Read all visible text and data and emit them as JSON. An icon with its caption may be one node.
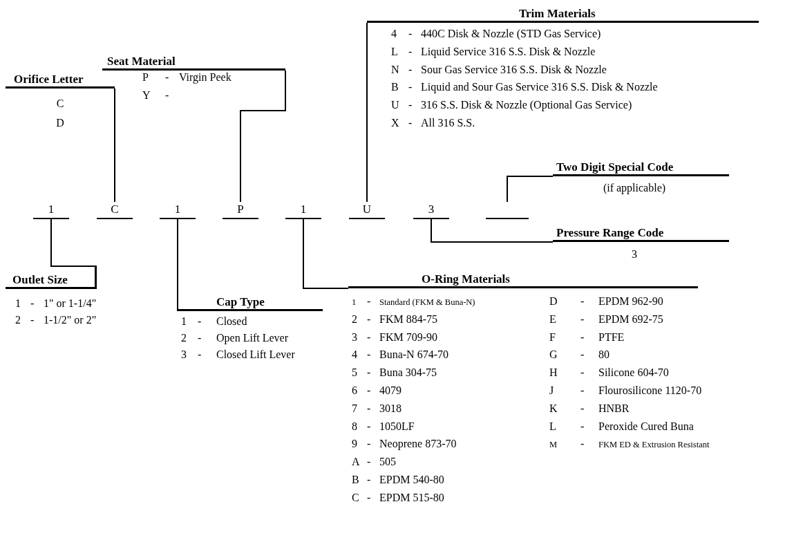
{
  "diagram": {
    "nodes": [
      {
        "text": [
          "Trim Materials"
        ],
        "beside": [
          "4 - 440C Disk & Nozzle (STD Gas Service)",
          "L - Liquid Service 316 S.S. Disk & Nozzle",
          "N - Sour Gas Service 316 S.S. Disk & Nozzle",
          "B - Liquid and Sour Gas Service 316 S.S. Disk & Nozzle",
          "U - 316 S.S. Disk & Nozzle (Optional Gas Service)",
          "X - All 316 S.S."
        ]
      },
      {
        "text": [
          "Seat Material"
        ],
        "beside": [
          "P - Virgin Peek",
          "Y -"
        ]
      },
      {
        "text": [
          "Orifice Letter"
        ],
        "beside": [
          "C",
          "D"
        ]
      },
      {
        "text": [
          "Two Digit Special Code"
        ],
        "beside": [
          "(if applicable)"
        ]
      },
      {
        "text": [
          "1"
        ]
      },
      {
        "text": [
          "C"
        ]
      },
      {
        "text": [
          "1"
        ]
      },
      {
        "text": [
          "P"
        ]
      },
      {
        "text": [
          "1"
        ]
      },
      {
        "text": [
          "U"
        ]
      },
      {
        "text": [
          "3"
        ]
      },
      {
        "text": [],
        "shape": "bar"
      },
      {
        "text": [
          "Pressure Range Code"
        ],
        "beside": [
          "3"
        ]
      },
      {
        "text": [
          "O-Ring Materials"
        ],
        "beside": [
          "1 - Standard (FKM & Buna-N)",
          "2 - FKM 884-75",
          "3 - FKM 709-90",
          "4 - Buna-N 674-70",
          "5 - Buna 304-75",
          "6 - 4079",
          "7 - 3018",
          "8 - 1050LF",
          "9 - Neoprene 873-70",
          "A - 505",
          "B - EPDM 540-80",
          "C - EPDM 515-80",
          "D - EPDM 962-90",
          "E - EPDM 692-75",
          "F - PTFE",
          "G - 80",
          "H - Silicone 604-70",
          "J - Flourosilicone 1120-70",
          "K - HNBR",
          "L - Peroxide Cured Buna",
          "M - FKM ED & Extrusion Resistant"
        ]
      },
      {
        "text": [
          "Outlet Size"
        ],
        "beside": [
          "1 - 1\" or 1-1/4\"",
          "2 - 1-1/2\" or 2\""
        ]
      },
      {
        "text": [
          "Cap Type"
        ],
        "beside": [
          "1 - Closed",
          "2 - Open Lift Lever",
          "3 - Closed Lift Lever"
        ]
      }
    ],
    "edges": [
      {
        "from": 5,
        "to": 2,
        "arrow": "none"
      },
      {
        "from": 7,
        "to": 1,
        "arrow": "none"
      },
      {
        "from": 9,
        "to": 0,
        "arrow": "none"
      },
      {
        "from": 11,
        "to": 3,
        "arrow": "none"
      },
      {
        "from": 10,
        "to": 12,
        "arrow": "none"
      },
      {
        "from": 4,
        "to": 14,
        "arrow": "none"
      },
      {
        "from": 6,
        "to": 15,
        "arrow": "none"
      },
      {
        "from": 8,
        "to": 13,
        "arrow": "none"
      }
    ]
  }
}
